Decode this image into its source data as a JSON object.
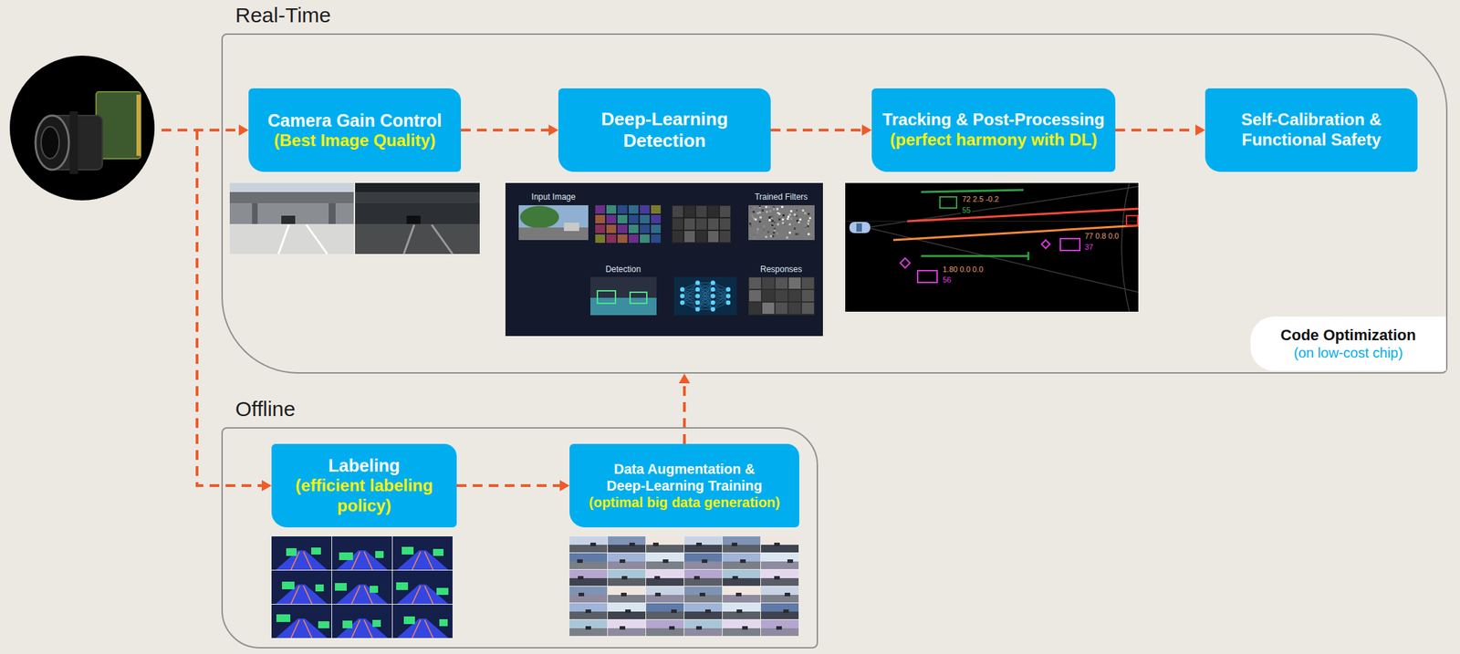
{
  "diagram": {
    "nodes": [
      {
        "text": [
          "Real-Time"
        ]
      },
      {
        "text": [
          "Camera Gain Control",
          "(Best Image Quality)"
        ],
        "in": 0
      },
      {
        "text": [
          "Deep-Learning Detection"
        ],
        "in": 0
      },
      {
        "text": [
          "Tracking & Post-Processing",
          "(perfect harmony with DL)"
        ],
        "in": 0
      },
      {
        "text": [
          "Self-Calibration & Functional Safety"
        ],
        "in": 0
      },
      {
        "text": [
          "Code Optimization",
          "(on low-cost chip)"
        ],
        "in": 0
      },
      {
        "text": [
          "Offline"
        ]
      },
      {
        "text": [
          "Labeling",
          "(efficient labeling policy)"
        ],
        "in": 6
      },
      {
        "text": [
          "Data Augmentation & Deep-Learning Training",
          "(optimal big data generation)"
        ],
        "in": 6
      }
    ],
    "edges": [
      {
        "from": 1,
        "to": 2,
        "arrow": "to"
      },
      {
        "from": 2,
        "to": 3,
        "arrow": "to"
      },
      {
        "from": 3,
        "to": 4,
        "arrow": "to"
      },
      {
        "from": 7,
        "to": 8,
        "arrow": "to"
      },
      {
        "from": 8,
        "to": 0,
        "arrow": "to"
      }
    ],
    "labels": [
      "Input Image",
      "Trained Filters",
      "Detection",
      "Responses",
      "72 2.5 -0.2",
      "55",
      "77 0.8 0.0",
      "37",
      "1.80 0.0 0.0",
      "56"
    ]
  }
}
